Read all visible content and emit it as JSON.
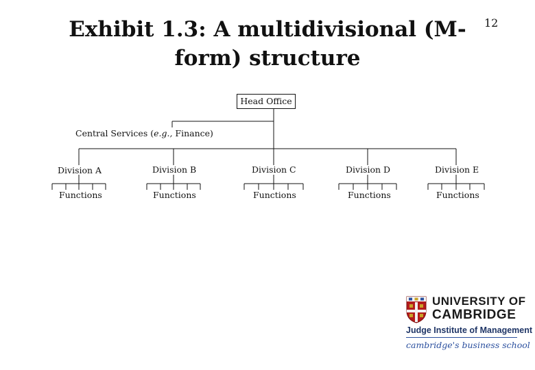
{
  "title": "Exhibit 1.3: A multidivisional (M-form) structure",
  "page_number": "12",
  "org_chart": {
    "head": "Head Office",
    "central_services": {
      "prefix": "Central Services (",
      "italic": "e.g.,",
      "suffix": " Finance)"
    },
    "divisions": [
      {
        "name": "Division A",
        "functions": "Functions"
      },
      {
        "name": "Division B",
        "functions": "Functions"
      },
      {
        "name": "Division C",
        "functions": "Functions"
      },
      {
        "name": "Division D",
        "functions": "Functions"
      },
      {
        "name": "Division E",
        "functions": "Functions"
      }
    ]
  },
  "logo": {
    "university": "UNIVERSITY OF",
    "cambridge": "CAMBRIDGE",
    "institute": "Judge Institute of Management",
    "tagline": "cambridge's business school"
  },
  "colors": {
    "line": "#111111",
    "logo_red": "#b31b1b",
    "logo_blue": "#1f3566",
    "tagline": "#2a4f9e"
  }
}
